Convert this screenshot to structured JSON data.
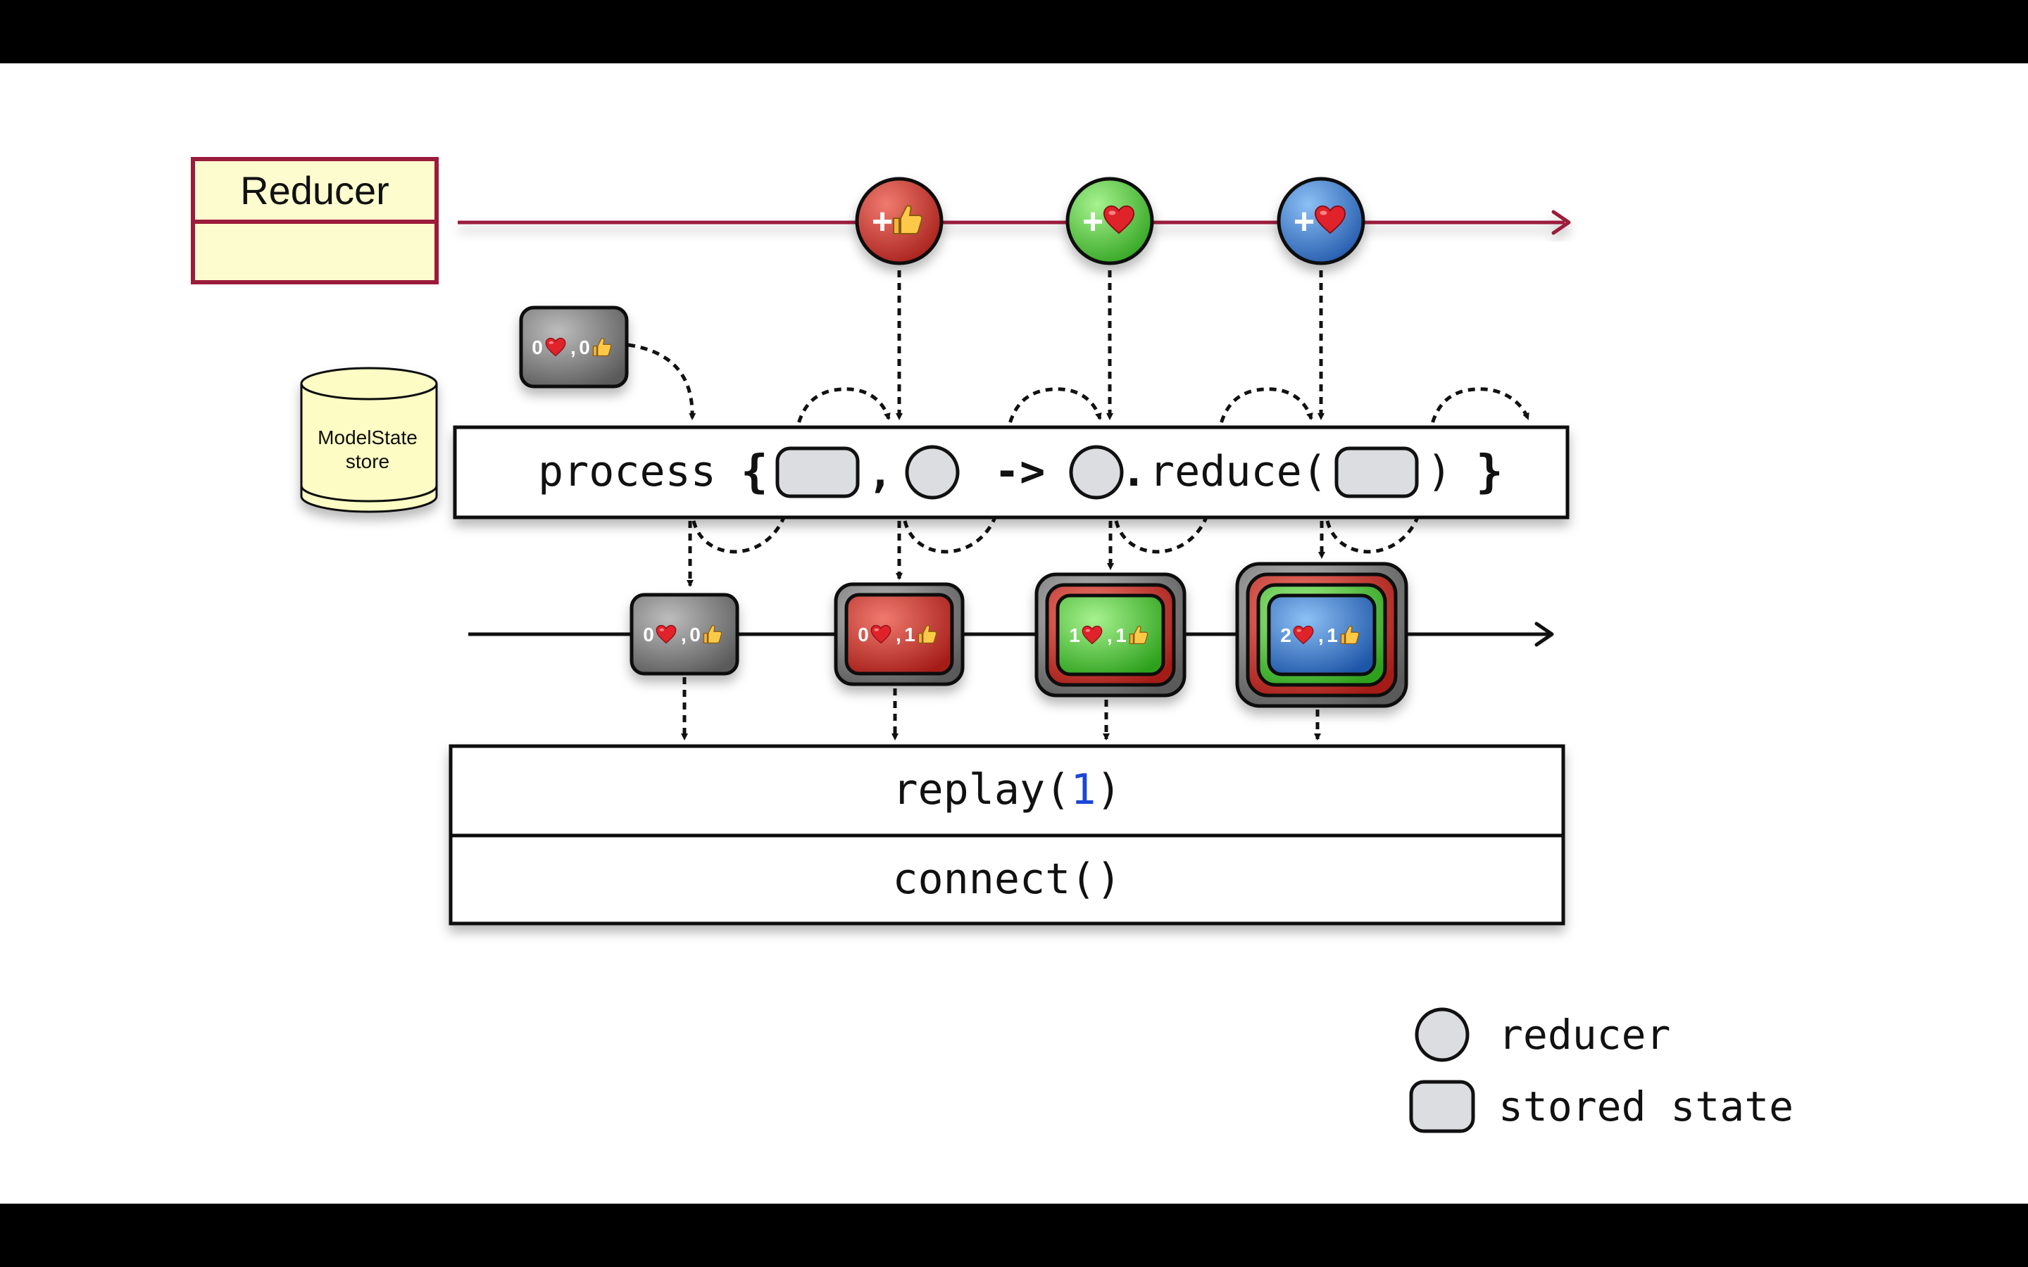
{
  "reducer_box": {
    "title": "Reducer"
  },
  "store": {
    "label_line1": "ModelState",
    "label_line2": "store"
  },
  "initial_state": {
    "hearts": "0",
    "thumbs": "0"
  },
  "reducers": [
    {
      "sign": "+",
      "icon": "thumbs-up-icon",
      "color": "#c8302b"
    },
    {
      "sign": "+",
      "icon": "heart-icon",
      "color": "#3bbf2a"
    },
    {
      "sign": "+",
      "icon": "heart-icon",
      "color": "#2e6fc8"
    }
  ],
  "process_box": {
    "keyword": "process",
    "open_brace": "{",
    "comma": ",",
    "arrow": "->",
    "dot": ".",
    "method": "reduce(",
    "close_paren": ")",
    "close_brace": "}"
  },
  "states": [
    {
      "hearts": "0",
      "thumbs": "0",
      "layer_colors": [
        "#808080"
      ]
    },
    {
      "hearts": "0",
      "thumbs": "1",
      "layer_colors": [
        "#808080",
        "#c8302b"
      ]
    },
    {
      "hearts": "1",
      "thumbs": "1",
      "layer_colors": [
        "#808080",
        "#c8302b",
        "#3bbf2a"
      ]
    },
    {
      "hearts": "2",
      "thumbs": "1",
      "layer_colors": [
        "#808080",
        "#c8302b",
        "#3bbf2a",
        "#2e6fc8"
      ]
    }
  ],
  "operators": {
    "replay_name": "replay(",
    "replay_arg": "1",
    "replay_close": ")",
    "connect": "connect()"
  },
  "legend": {
    "reducer": "reducer",
    "stored_state": "stored state"
  },
  "colors": {
    "reducer_line": "#9b1b3a",
    "reducer_box_fill": "#fdfccf",
    "store_fill": "#fdfcc4",
    "shape_fill": "#dcdde0",
    "replay_arg": "#1b47d6"
  }
}
